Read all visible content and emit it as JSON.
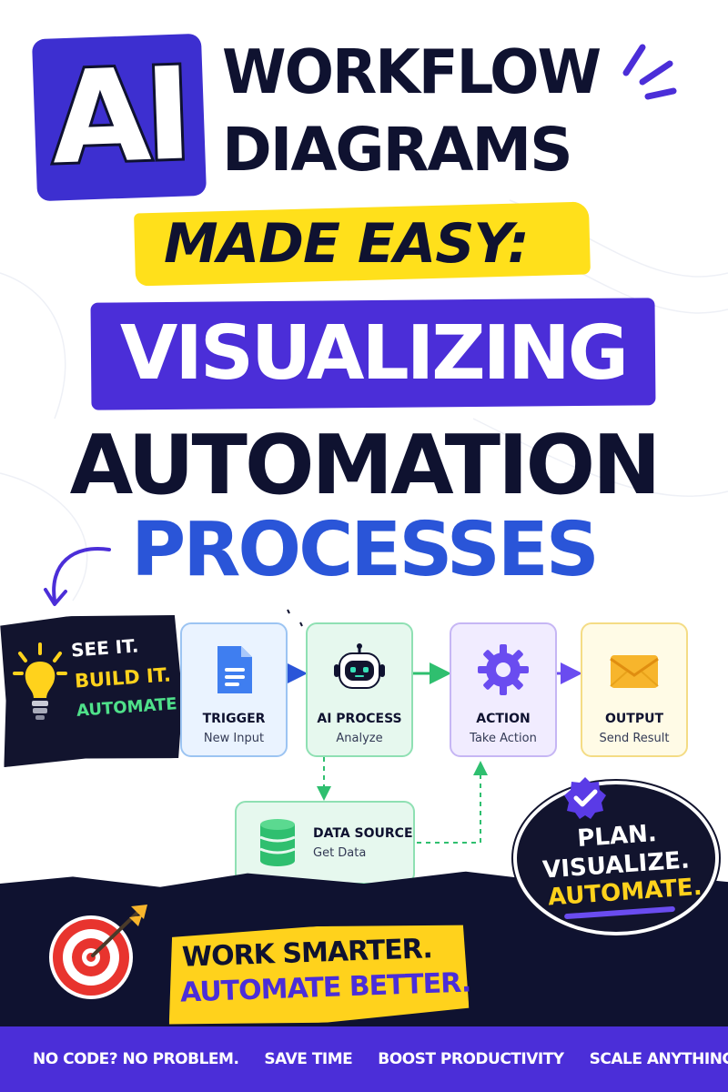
{
  "header": {
    "ai_label": "AI",
    "line_workflow": "WORKFLOW",
    "line_diagrams": "DIAGRAMS",
    "line_made_easy": "MADE EASY:",
    "line_visualizing": "VISUALIZING",
    "line_automation": "AUTOMATION",
    "line_processes": "PROCESSES"
  },
  "see_badge": {
    "line1": "SEE IT.",
    "line2": "BUILD IT.",
    "line3": "AUTOMATE IT."
  },
  "flow": {
    "nodes": [
      {
        "title": "TRIGGER",
        "subtitle": "New Input"
      },
      {
        "title": "AI PROCESS",
        "subtitle": "Analyze"
      },
      {
        "title": "ACTION",
        "subtitle": "Take Action"
      },
      {
        "title": "OUTPUT",
        "subtitle": "Send Result"
      },
      {
        "title": "DATA SOURCE",
        "subtitle": "Get Data"
      }
    ]
  },
  "plan_badge": {
    "line1": "PLAN.",
    "line2": "VISUALIZE.",
    "line3": "AUTOMATE."
  },
  "slogan": {
    "line1": "WORK SMARTER.",
    "line2": "AUTOMATE BETTER."
  },
  "footer": {
    "items": [
      "NO CODE?  NO PROBLEM.",
      "SAVE TIME",
      "BOOST PRODUCTIVITY",
      "SCALE ANYTHING"
    ]
  },
  "colors": {
    "navy": "#0f1230",
    "purple": "#4b2ed8",
    "yellow": "#ffe01b",
    "blue": "#2a55d8",
    "green": "#2fbf6f"
  }
}
